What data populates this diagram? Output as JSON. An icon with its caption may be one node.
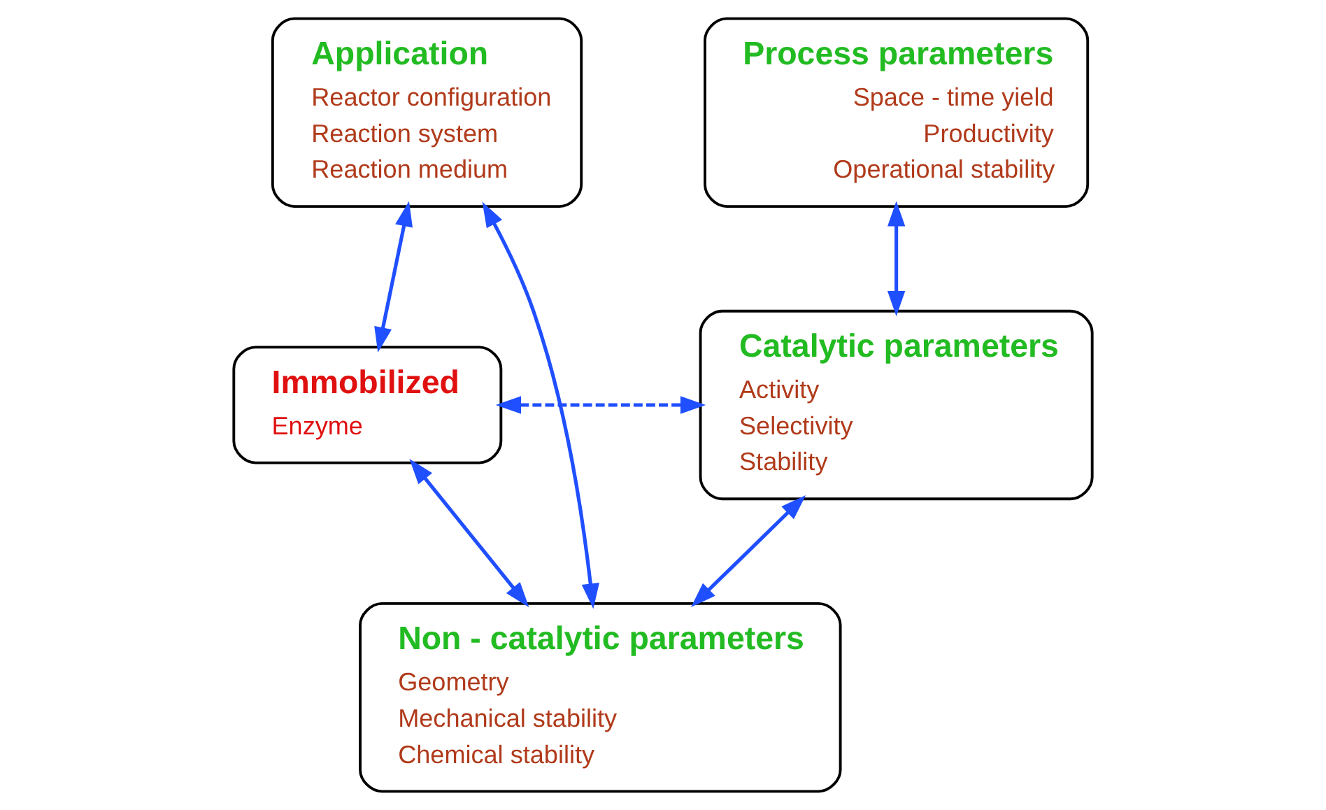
{
  "diagram": {
    "nodes": [
      {
        "text": [
          "Application",
          "Reactor configuration",
          "Reaction system",
          "Reaction medium"
        ]
      },
      {
        "text": [
          "Process parameters",
          "Space - time yield",
          "Productivity",
          "Operational stability"
        ]
      },
      {
        "text": [
          "Catalytic parameters",
          "Activity",
          "Selectivity",
          "Stability"
        ]
      },
      {
        "text": [
          "Immobilized",
          "Enzyme"
        ]
      },
      {
        "text": [
          "Non - catalytic parameters",
          "Geometry",
          "Mechanical stability",
          "Chemical stability"
        ]
      }
    ],
    "edges": [
      {
        "from": 0,
        "to": 3,
        "arrow": "both"
      },
      {
        "from": 0,
        "to": 4,
        "arrow": "both"
      },
      {
        "from": 1,
        "to": 2,
        "arrow": "both"
      },
      {
        "from": 3,
        "to": 2,
        "arrow": "both",
        "style": "dashed"
      },
      {
        "from": 3,
        "to": 4,
        "arrow": "both"
      },
      {
        "from": 4,
        "to": 2,
        "arrow": "both"
      }
    ]
  }
}
